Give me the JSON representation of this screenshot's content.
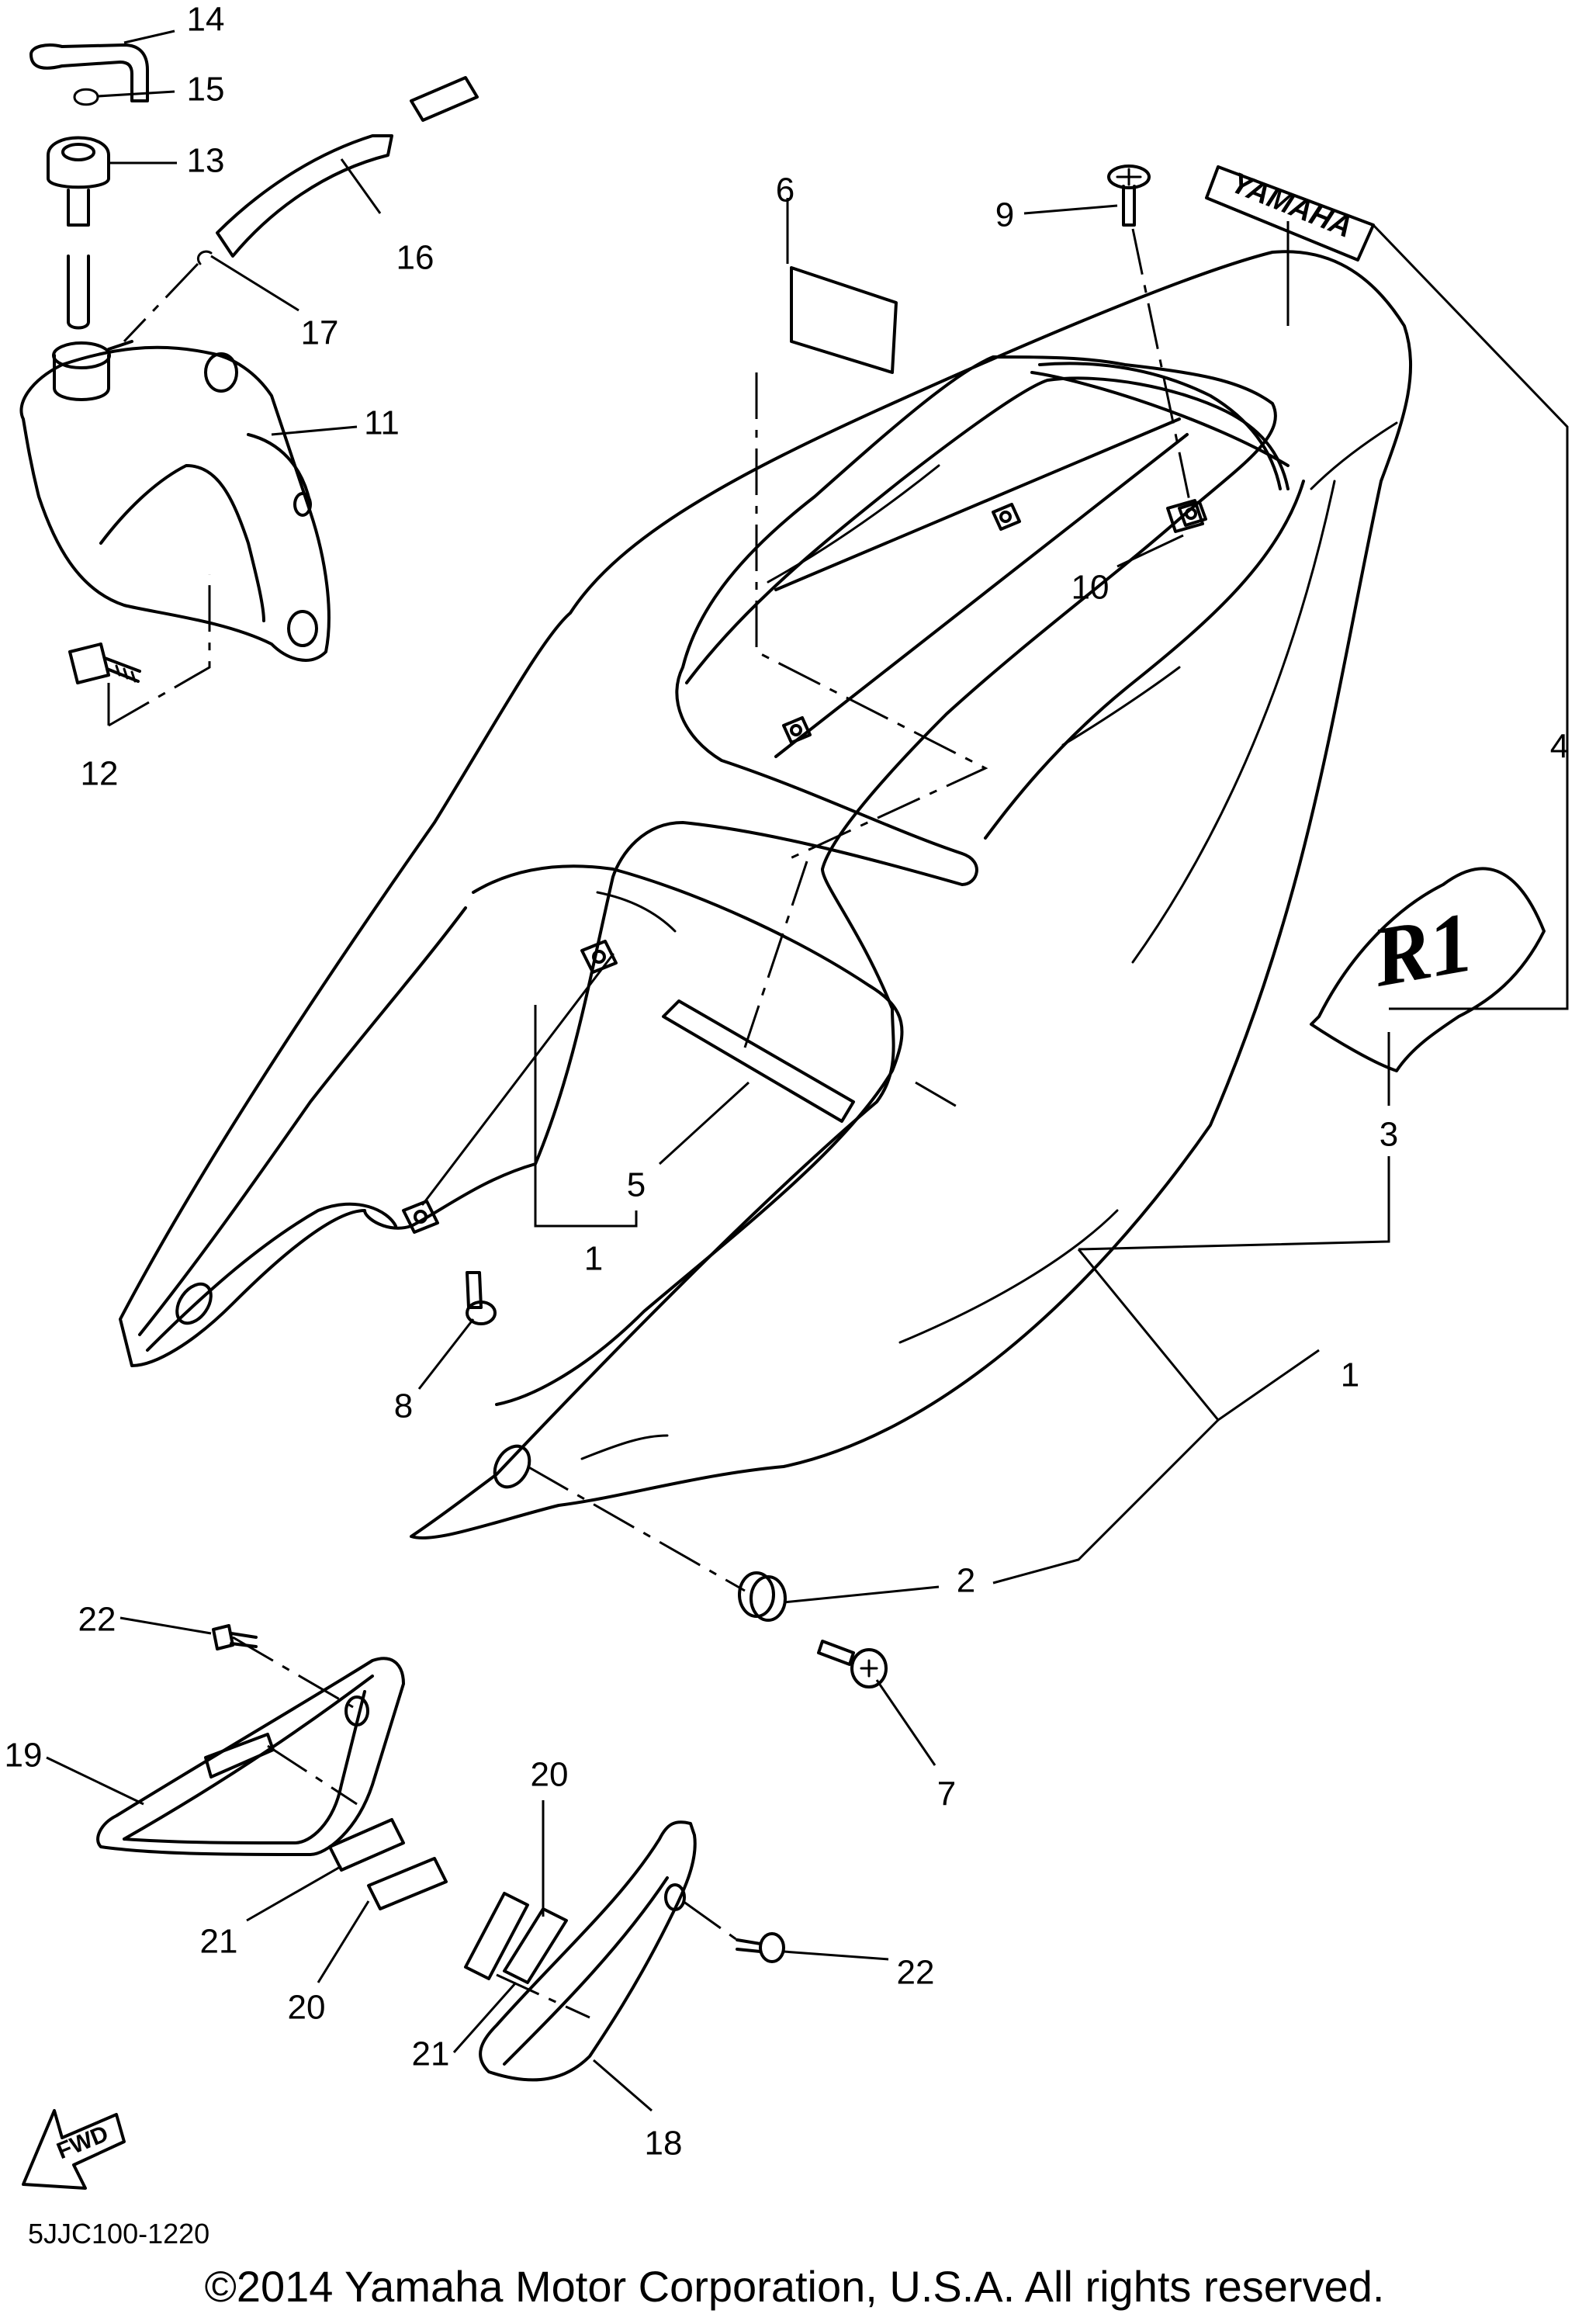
{
  "diagram_code": "5JJC100-1220",
  "copyright": "©2014 Yamaha Motor Corporation, U.S.A. All rights reserved.",
  "direction_arrow": "FWD",
  "decals": {
    "brand_decal": "YAMAHA",
    "model_decal": "R1"
  },
  "callouts": {
    "c1a": "1",
    "c1b": "1",
    "c2": "2",
    "c3": "3",
    "c4": "4",
    "c5": "5",
    "c6": "6",
    "c7": "7",
    "c8": "8",
    "c9": "9",
    "c10": "10",
    "c11": "11",
    "c12": "12",
    "c13": "13",
    "c14": "14",
    "c15": "15",
    "c16": "16",
    "c17": "17",
    "c18": "18",
    "c19": "19",
    "c20a": "20",
    "c20b": "20",
    "c21a": "21",
    "c21b": "21",
    "c22a": "22",
    "c22b": "22"
  }
}
